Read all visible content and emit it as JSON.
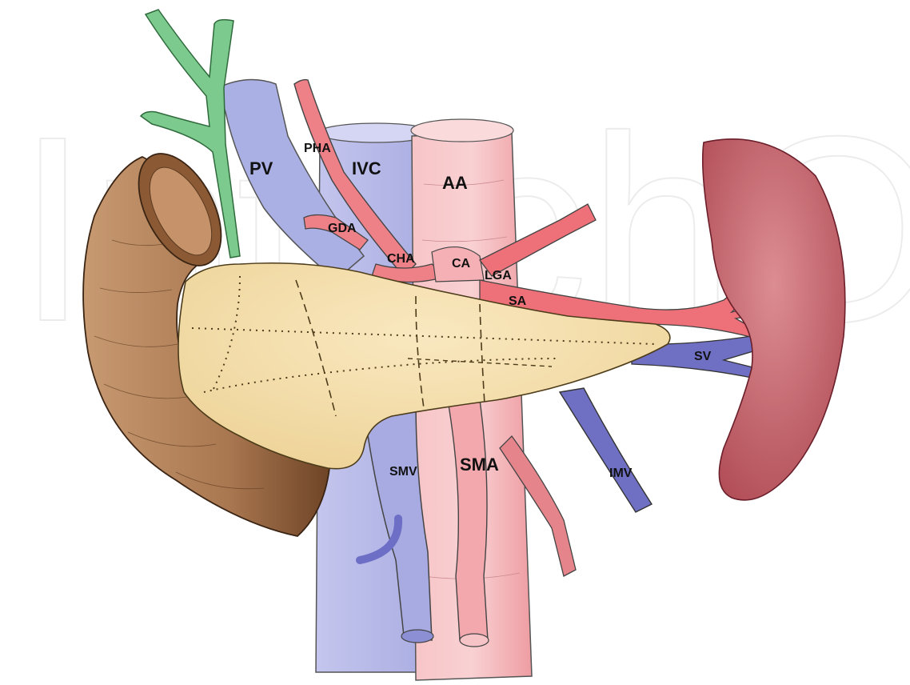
{
  "watermark": "IntechOpen",
  "labels": {
    "pv": "PV",
    "pha": "PHA",
    "ivc": "IVC",
    "aa": "AA",
    "gda": "GDA",
    "cha": "CHA",
    "ca": "CA",
    "lga": "LGA",
    "sa": "SA",
    "sv": "SV",
    "smv": "SMV",
    "sma": "SMA",
    "imv": "IMV"
  },
  "colors": {
    "vein": "#aeb2e6",
    "vein_dark": "#6f6fc8",
    "artery": "#f4b3b6",
    "artery_dark": "#e25a62",
    "bile_duct": "#79c98a",
    "pancreas": "#f3deab",
    "duodenum": "#a8764f",
    "spleen": "#c45e66"
  }
}
